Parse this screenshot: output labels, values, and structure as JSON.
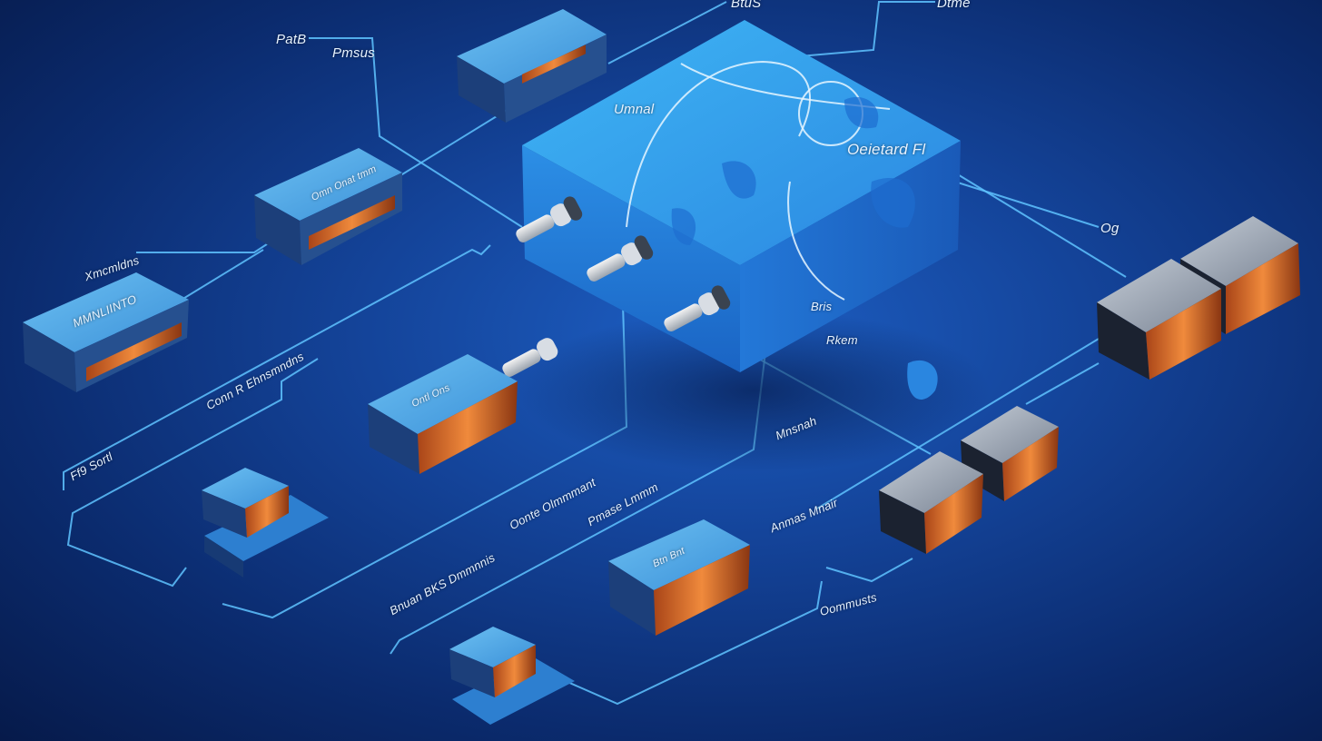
{
  "diagram": {
    "labels": {
      "top_center": "BtuS",
      "top_right": "Dtme",
      "top_left_a": "PatB",
      "top_left_b": "Pmsus",
      "block_top": "Umnal",
      "block_right": "Oeietard Fl",
      "far_right": "Og",
      "left_device": "Xmcmldns",
      "device_screen": "MMNLIINTO",
      "connect_line": "Conn R Ehnsmndns",
      "left_bottom": "Ff9 Sortl",
      "map_small": "Bris",
      "map_small_b": "Rkem",
      "mid_right": "Mnsnah",
      "center_line": "Oonte Olmmmant",
      "center_line_b": "Pmase Lmmm",
      "bottom_line": "Bnuan BKS Dmmnnis",
      "right_label": "Anmas Mnair",
      "bottom_right": "Oommusts",
      "box_screen_a": "Omn Onat tmm",
      "box_screen_b": "Ontl Ons",
      "box_screen_c": "Btn Bnt"
    },
    "colors": {
      "background": "#14449a",
      "line": "#5fc3ff",
      "device_top": "#4aa6e8",
      "device_side": "#1c3f7a",
      "accent_orange": "#e2722e",
      "server_top": "#8a95a3",
      "server_body": "#232a35"
    }
  }
}
